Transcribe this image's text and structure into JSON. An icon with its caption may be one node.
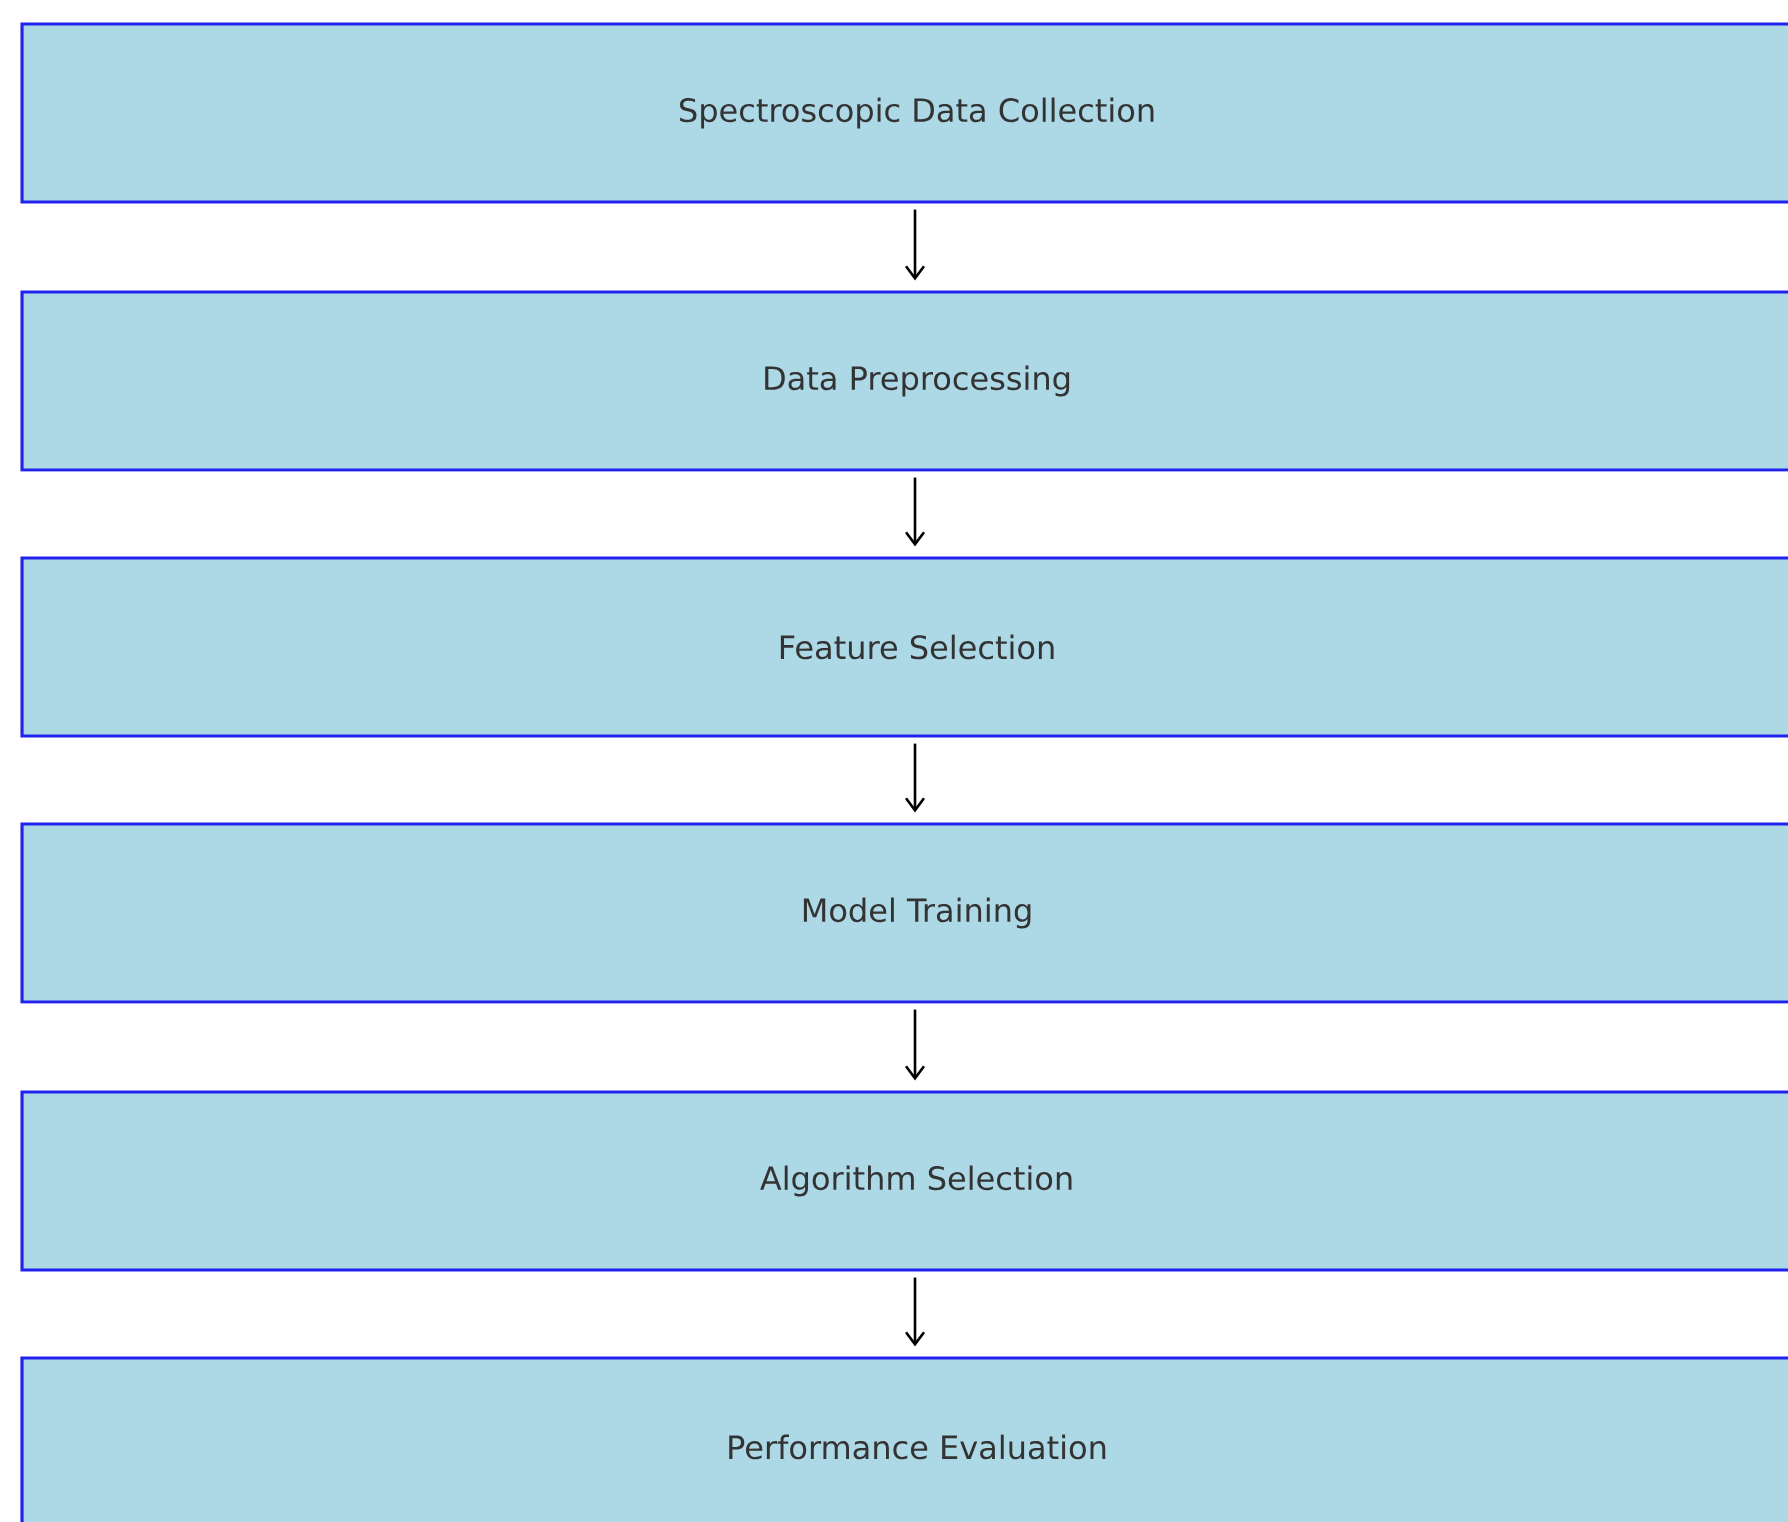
{
  "diagram": {
    "nodes": [
      {
        "text": [
          "Spectroscopic Data Collection"
        ]
      },
      {
        "text": [
          "Data Preprocessing"
        ]
      },
      {
        "text": [
          "Feature Selection"
        ]
      },
      {
        "text": [
          "Model Training"
        ]
      },
      {
        "text": [
          "Algorithm Selection"
        ]
      },
      {
        "text": [
          "Performance Evaluation"
        ]
      }
    ],
    "edges": [
      {
        "from": 0,
        "to": 1,
        "arrow": "to"
      },
      {
        "from": 1,
        "to": 2,
        "arrow": "to"
      },
      {
        "from": 2,
        "to": 3,
        "arrow": "to"
      },
      {
        "from": 3,
        "to": 4,
        "arrow": "to"
      },
      {
        "from": 4,
        "to": 5,
        "arrow": "to"
      }
    ]
  }
}
